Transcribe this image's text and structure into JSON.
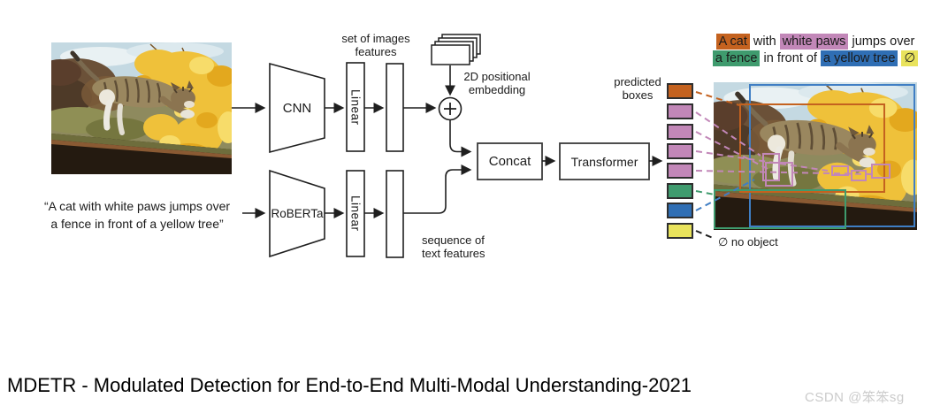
{
  "figure": {
    "title": "MDETR - Modulated Detection for End-to-End Multi-Modal Understanding-2021",
    "watermark": "CSDN @笨笨sg"
  },
  "pipeline": {
    "input_text_line1": "“A cat with white paws jumps over",
    "input_text_line2": "a fence in front of a yellow tree”",
    "cnn_label": "CNN",
    "roberta_label": "RoBERTa",
    "linear_image_label": "Linear",
    "linear_text_label": "Linear",
    "image_features_line1": "set of images",
    "image_features_line2": "features",
    "pos_embed_line1": "2D positional",
    "pos_embed_line2": "embedding",
    "text_features_line1": "sequence of",
    "text_features_line2": "text features",
    "concat_label": "Concat",
    "transformer_label": "Transformer",
    "predicted_line1": "predicted",
    "predicted_line2": "boxes",
    "no_object_label": "∅ no object"
  },
  "output_sentence": {
    "line1": [
      {
        "text": "A cat",
        "highlight": "orange"
      },
      {
        "text": " with ",
        "highlight": "none"
      },
      {
        "text": "white paws",
        "highlight": "pink"
      },
      {
        "text": " jumps over",
        "highlight": "none"
      }
    ],
    "line2": [
      {
        "text": "a fence",
        "highlight": "green"
      },
      {
        "text": " in front of ",
        "highlight": "none"
      },
      {
        "text": "a yellow tree",
        "highlight": "blue"
      },
      {
        "text": " ",
        "highlight": "none"
      },
      {
        "text": "∅",
        "highlight": "yellow"
      }
    ]
  },
  "colors": {
    "orange": "#c4621f",
    "pink": "#c287b8",
    "green": "#3f9b6e",
    "blue": "#2f6eb4",
    "yellow": "#e9e35c",
    "line": "#1f1f1f"
  },
  "predicted_box_colors": [
    "#c4621f",
    "#c287b8",
    "#c287b8",
    "#c287b8",
    "#c287b8",
    "#3f9b6e",
    "#2f6eb4",
    "#e9e35c"
  ]
}
